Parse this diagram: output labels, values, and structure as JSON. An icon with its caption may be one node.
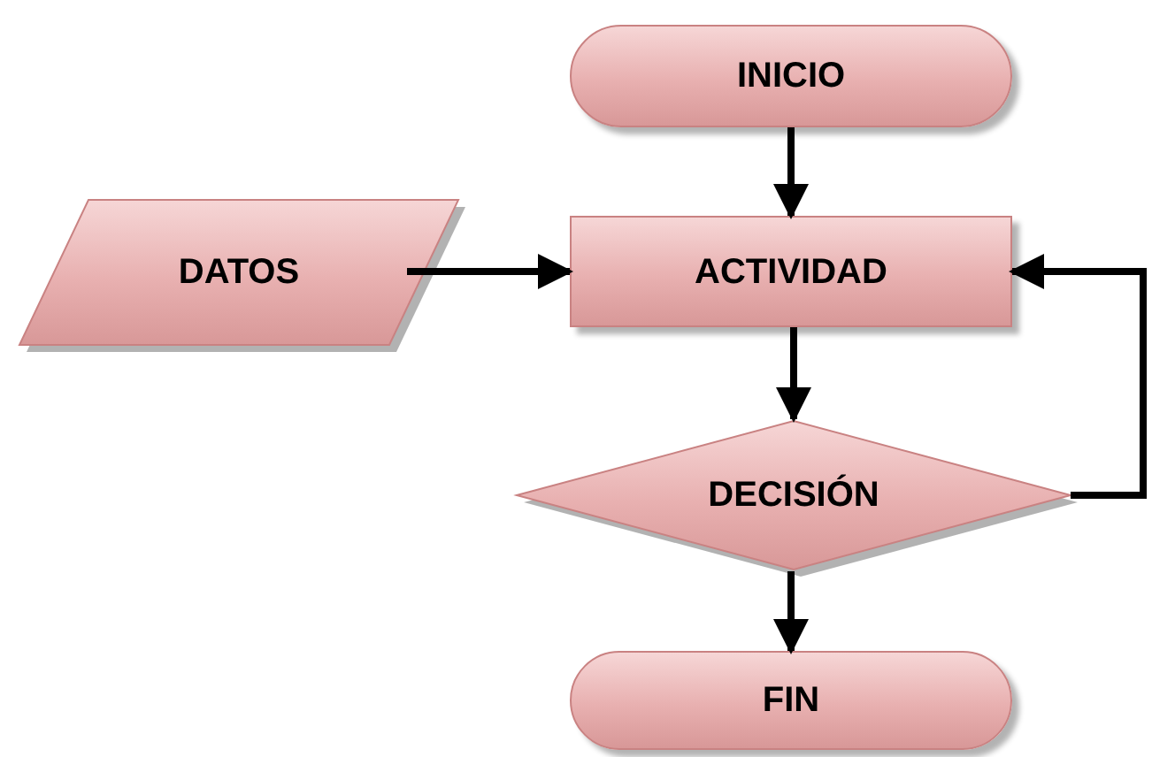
{
  "diagram": {
    "nodes": [
      {
        "text": [
          "INICIO"
        ]
      },
      {
        "text": [
          "DATOS"
        ]
      },
      {
        "text": [
          "ACTIVIDAD"
        ]
      },
      {
        "text": [
          "DECISIÓN"
        ]
      },
      {
        "text": [
          "FIN"
        ]
      }
    ],
    "edges": [
      {
        "from": 0,
        "to": 2,
        "arrow": "to"
      },
      {
        "from": 1,
        "to": 2,
        "arrow": "to"
      },
      {
        "from": 2,
        "to": 3,
        "arrow": "to"
      },
      {
        "from": 3,
        "to": 2,
        "arrow": "to"
      },
      {
        "from": 3,
        "to": 4,
        "arrow": "to"
      }
    ]
  }
}
